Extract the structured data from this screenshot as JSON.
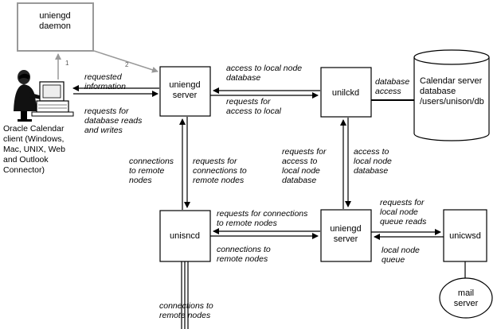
{
  "nodes": {
    "daemon": [
      "uniengd",
      "daemon"
    ],
    "server_top": [
      "uniengd",
      "server"
    ],
    "unilckd": [
      "unilckd"
    ],
    "db_cylinder": [
      "Calendar server",
      "database",
      "/users/unison/db"
    ],
    "unisncd": [
      "unisncd"
    ],
    "server_bottom": [
      "uniengd",
      "server"
    ],
    "unicwsd": [
      "unicwsd"
    ],
    "mail_server": [
      "mail",
      "server"
    ]
  },
  "client_label": [
    "Oracle Calendar",
    "client (Windows,",
    "Mac, UNIX, Web",
    "and Outlook",
    "Connector)"
  ],
  "step_numbers": {
    "one": "1",
    "two": "2"
  },
  "labels": {
    "requested_information": [
      "requested",
      "information"
    ],
    "requests_db_reads": [
      "requests for",
      "database reads",
      "and writes"
    ],
    "access_local_db_top": [
      "access to local node",
      "database"
    ],
    "requests_access_local": [
      "requests for",
      "access to local"
    ],
    "database_access": [
      "database",
      "access"
    ],
    "connections_remote_left": [
      "connections",
      "to remote",
      "nodes"
    ],
    "requests_connections_mid": [
      "requests for",
      "connections to",
      "remote nodes"
    ],
    "requests_access_local_node": [
      "requests for",
      "access to",
      "local node",
      "database"
    ],
    "access_local_node_db": [
      "access to",
      "local node",
      "database"
    ],
    "requests_connections_bottom": [
      "requests for connections",
      "to remote nodes"
    ],
    "connections_remote_bottom": [
      "connections to",
      "remote nodes"
    ],
    "requests_queue_reads": [
      "requests for",
      "local node",
      "queue reads"
    ],
    "local_node_queue": [
      "local node",
      "queue"
    ],
    "connections_remote_footer": [
      "connections to",
      "remote nodes"
    ]
  }
}
